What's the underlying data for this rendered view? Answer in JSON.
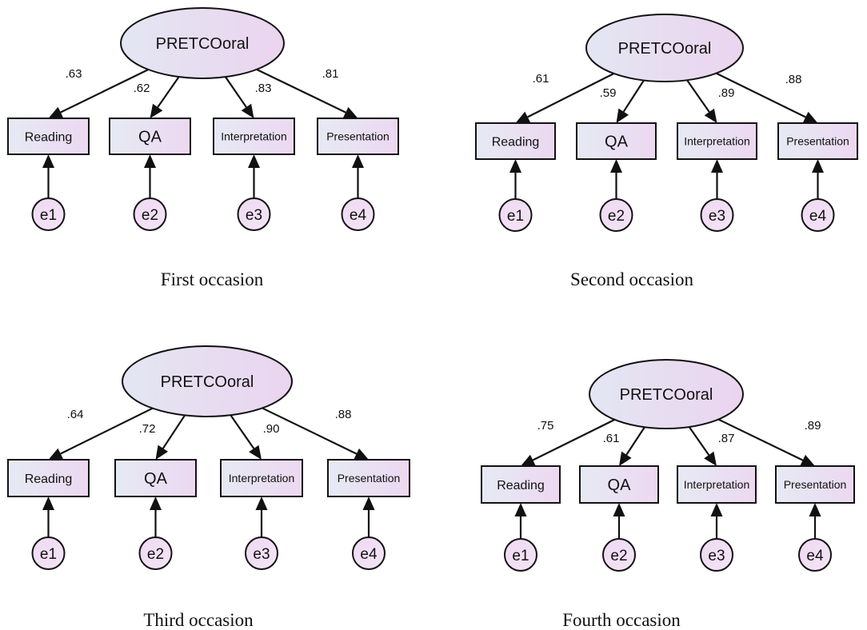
{
  "gradients": {
    "box": [
      "#e6eaf3",
      "#ecd8f1"
    ],
    "ellipse": [
      "#e3e6f2",
      "#ebd4ef"
    ],
    "error": [
      "#eed9f2",
      "#f4e4f6"
    ]
  },
  "panels": [
    {
      "caption": "First occasion",
      "latent": "PRETCOoral",
      "indicators": [
        {
          "label": "Reading",
          "loading": ".63",
          "error": "e1"
        },
        {
          "label": "QA",
          "loading": ".62",
          "error": "e2"
        },
        {
          "label": "Interpretation",
          "loading": ".83",
          "error": "e3"
        },
        {
          "label": "Presentation",
          "loading": ".81",
          "error": "e4"
        }
      ]
    },
    {
      "caption": "Second occasion",
      "latent": "PRETCOoral",
      "indicators": [
        {
          "label": "Reading",
          "loading": ".61",
          "error": "e1"
        },
        {
          "label": "QA",
          "loading": ".59",
          "error": "e2"
        },
        {
          "label": "Interpretation",
          "loading": ".89",
          "error": "e3"
        },
        {
          "label": "Presentation",
          "loading": ".88",
          "error": "e4"
        }
      ]
    },
    {
      "caption": "Third occasion",
      "latent": "PRETCOoral",
      "indicators": [
        {
          "label": "Reading",
          "loading": ".64",
          "error": "e1"
        },
        {
          "label": "QA",
          "loading": ".72",
          "error": "e2"
        },
        {
          "label": "Interpretation",
          "loading": ".90",
          "error": "e3"
        },
        {
          "label": "Presentation",
          "loading": ".88",
          "error": "e4"
        }
      ]
    },
    {
      "caption": "Fourth occasion",
      "latent": "PRETCOoral",
      "indicators": [
        {
          "label": "Reading",
          "loading": ".75",
          "error": "e1"
        },
        {
          "label": "QA",
          "loading": ".61",
          "error": "e2"
        },
        {
          "label": "Interpretation",
          "loading": ".87",
          "error": "e3"
        },
        {
          "label": "Presentation",
          "loading": ".89",
          "error": "e4"
        }
      ]
    }
  ]
}
